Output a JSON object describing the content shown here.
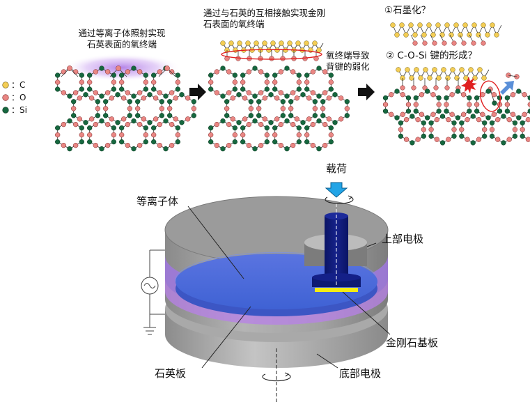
{
  "legend": [
    {
      "label": "：C",
      "color": "#f3cd55"
    },
    {
      "label": "：O",
      "color": "#e98683"
    },
    {
      "label": "：Si",
      "color": "#16673f"
    }
  ],
  "steps": {
    "step1": {
      "line1": "通过等离子体照射实现",
      "line2": "石英表面的氧终端"
    },
    "step2": {
      "line1": "通过与石英的互相接触实现金刚",
      "line2": "石表面的氧终端",
      "note1": "氧终端导致",
      "note2": "背键的弱化"
    },
    "step3": {
      "option1": "①石墨化？",
      "option2": "② C-O-Si 键的形成？"
    }
  },
  "apparatus": {
    "load": "载荷",
    "plasma": "等离子体",
    "upper_electrode": "上部电极",
    "diamond_substrate": "金刚石基板",
    "quartz_plate": "石英板",
    "bottom_electrode": "底部电极"
  },
  "colors": {
    "carbon": "#f3cd55",
    "oxygen": "#e98683",
    "silicon": "#16673f",
    "plasma": "#b27ee6",
    "quartz": "#4a6fdc",
    "holder": "#0d1a72",
    "arrow": "#111111",
    "highlight": "#e02020",
    "load_arrow": "#22a4e6"
  }
}
